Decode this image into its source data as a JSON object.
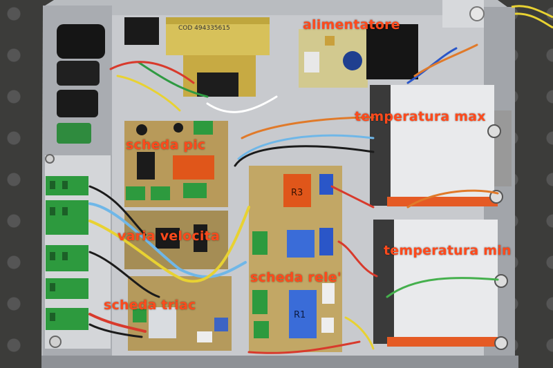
{
  "photo": {
    "subject": "electronics-enclosure-photo"
  },
  "components": {
    "transformer_code": "COD 494335615",
    "relay_r3": "R3",
    "relay_r1": "R1"
  },
  "labels": {
    "alimentatore": "alimentatore",
    "temperatura_max": "temperatura max",
    "scheda_pic": "scheda pic",
    "varia_velocita": "varia velocita",
    "temperatura_min": "temperatura min",
    "scheda_rele": "scheda rele'",
    "scheda_triac": "scheda triac"
  },
  "colors": {
    "label": "#ff4a1c",
    "pcb": "#b89a5a",
    "terminal_green": "#2d9a3e",
    "terminal_blue": "#2a56c8",
    "relay_orange": "#e0561a",
    "relay_blue": "#3a6cd8",
    "enclosure": "#b9bcc0"
  }
}
